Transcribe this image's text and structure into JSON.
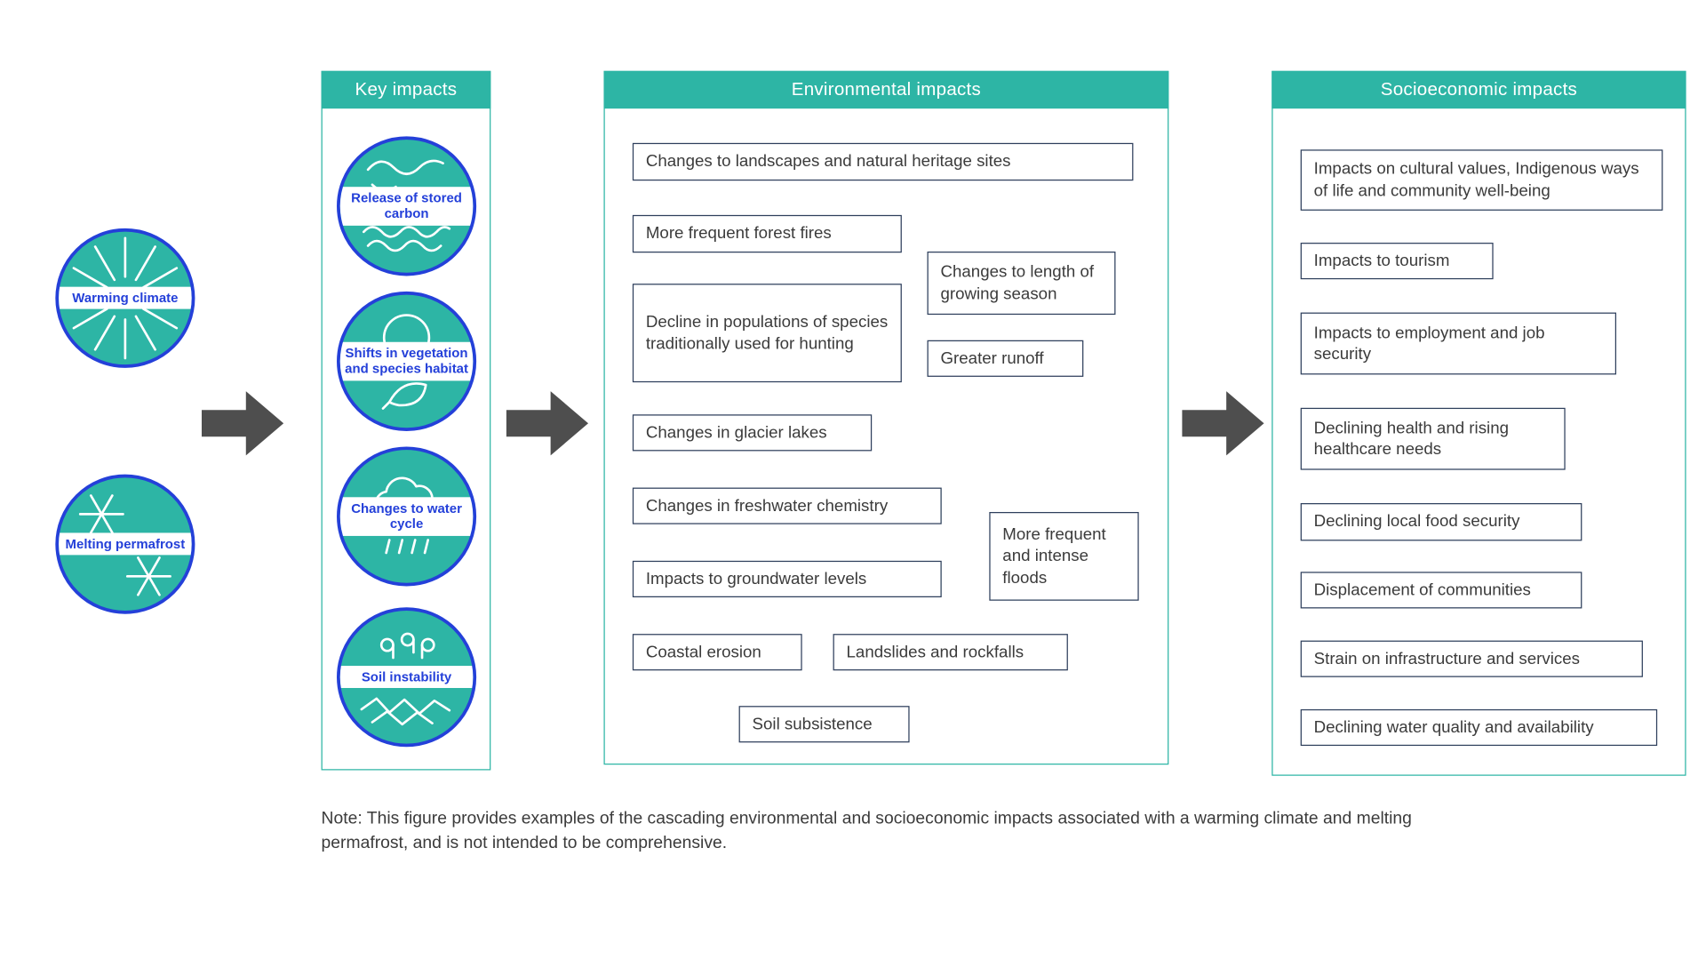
{
  "colors": {
    "teal": "#2DB5A5",
    "blue": "#2440D9",
    "box_border": "#2E3F5C",
    "arrow": "#4E4E4E",
    "text": "#3B3B3B"
  },
  "drivers": [
    {
      "label": "Warming climate",
      "icon": "sun-icon"
    },
    {
      "label": "Melting permafrost",
      "icon": "snowflake-icon"
    }
  ],
  "key_impacts": {
    "title": "Key impacts",
    "items": [
      {
        "label": "Release of stored carbon",
        "icon": "stored-carbon-icon"
      },
      {
        "label": "Shifts in vegetation and species habitat",
        "icon": "vegetation-icon"
      },
      {
        "label": "Changes to water cycle",
        "icon": "water-cycle-icon"
      },
      {
        "label": "Soil instability",
        "icon": "soil-instability-icon"
      }
    ]
  },
  "environmental": {
    "title": "Environmental impacts",
    "items": [
      "Changes to landscapes and natural heritage sites",
      "More frequent forest fires",
      "Changes to length of growing season",
      "Decline in populations of species traditionally used for hunting",
      "Greater runoff",
      "Changes in glacier lakes",
      "Changes in freshwater chemistry",
      "More frequent and intense floods",
      "Impacts to groundwater levels",
      "Coastal erosion",
      "Landslides and rockfalls",
      "Soil subsistence"
    ]
  },
  "socioeconomic": {
    "title": "Socioeconomic impacts",
    "items": [
      "Impacts on cultural values, Indigenous ways of life and community well-being",
      "Impacts to tourism",
      "Impacts to employment and job security",
      "Declining health and rising healthcare needs",
      "Declining local food security",
      "Displacement of communities",
      "Strain on infrastructure and services",
      "Declining water quality and availability"
    ]
  },
  "note": "Note: This figure provides examples of the cascading environmental and socioeconomic impacts associated with a warming climate and melting permafrost, and is not intended to be comprehensive."
}
